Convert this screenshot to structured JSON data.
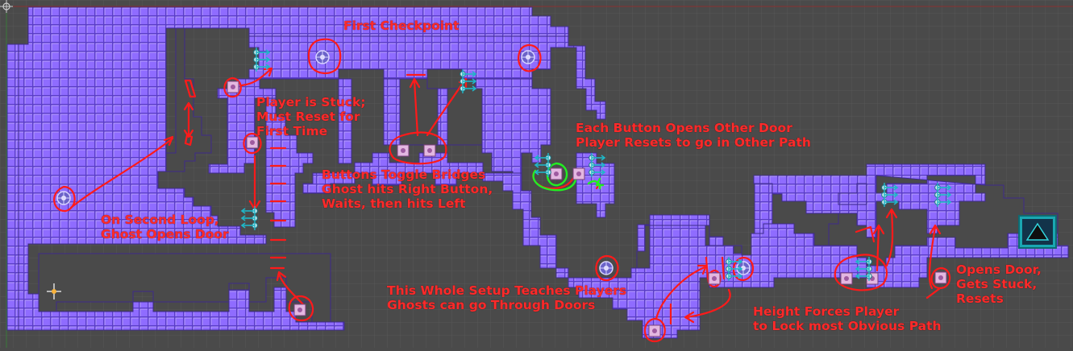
{
  "annotations": {
    "first_checkpoint": "First Checkpoint",
    "player_stuck": "Player is Stuck;\nMust Reset for\nFirst Time",
    "each_button": "Each Button Opens Other Door\nPlayer Resets to go in Other Path",
    "buttons_toggle": "Buttons Toggle Bridges\nGhost hits Right Button,\nWaits, then hits Left",
    "second_loop": "On Second Loop,\nGhost Opens Door",
    "whole_setup": "This Whole Setup Teaches Players\nGhosts can go Through Doors",
    "height_forces": "Height Forces Player\nto Lock most Obvious Path",
    "opens_door": "Opens Door,\nGets Stuck,\nResets"
  },
  "colors": {
    "background": "#4a4a4a",
    "grid_line": "#5a5a5a",
    "tile_fill": "#8f6cff",
    "tile_edge": "#5638c4",
    "tile_highlight": "#b69bff",
    "annotation": "#ff1a1a",
    "checkpoint": "#5c55b8",
    "button": "#d7a9d8",
    "bridge_marker": "#18a0b4",
    "green_marker": "#22ee22",
    "goal": "#22c5c5"
  },
  "icons": {
    "checkpoint": "checkpoint-icon",
    "button": "pressure-button-icon",
    "bridge": "bridge-arrow-icon",
    "player_spawn": "player-spawn-icon",
    "goal": "goal-portal-icon",
    "editor_origin": "editor-origin-icon"
  }
}
